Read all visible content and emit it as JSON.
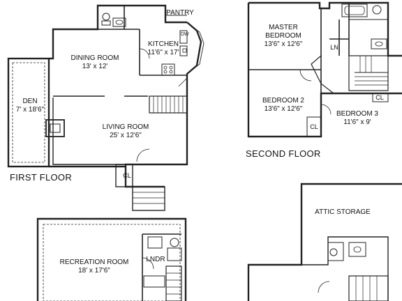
{
  "floors": {
    "first": "FIRST FLOOR",
    "second": "SECOND FLOOR"
  },
  "rooms": {
    "pantry": "PANTRY",
    "kitchen": {
      "name": "KITCHEN",
      "size": "11'6\" x 17'"
    },
    "dining": {
      "name": "DINING ROOM",
      "size": "13' x 12'"
    },
    "den": {
      "name": "DEN",
      "size": "7' x 18'6\""
    },
    "living": {
      "name": "LIVING ROOM",
      "size": "25' x 12'6\""
    },
    "cl_first": "CL",
    "master": {
      "name1": "MASTER",
      "name2": "BEDROOM",
      "size": "13'6\" x 12'6\""
    },
    "ln": "LN",
    "bedroom2": {
      "name": "BEDROOM 2",
      "size": "13'6\" x 12'6\""
    },
    "bedroom3": {
      "name": "BEDROOM 3",
      "size": "11'6\" x 9'"
    },
    "cl_b2": "CL",
    "cl_b3": "CL",
    "recreation": {
      "name": "RECREATION ROOM",
      "size": "18' x 17'6\""
    },
    "lndr": "LNDR",
    "attic": "ATTIC STORAGE",
    "dw": "DW"
  }
}
